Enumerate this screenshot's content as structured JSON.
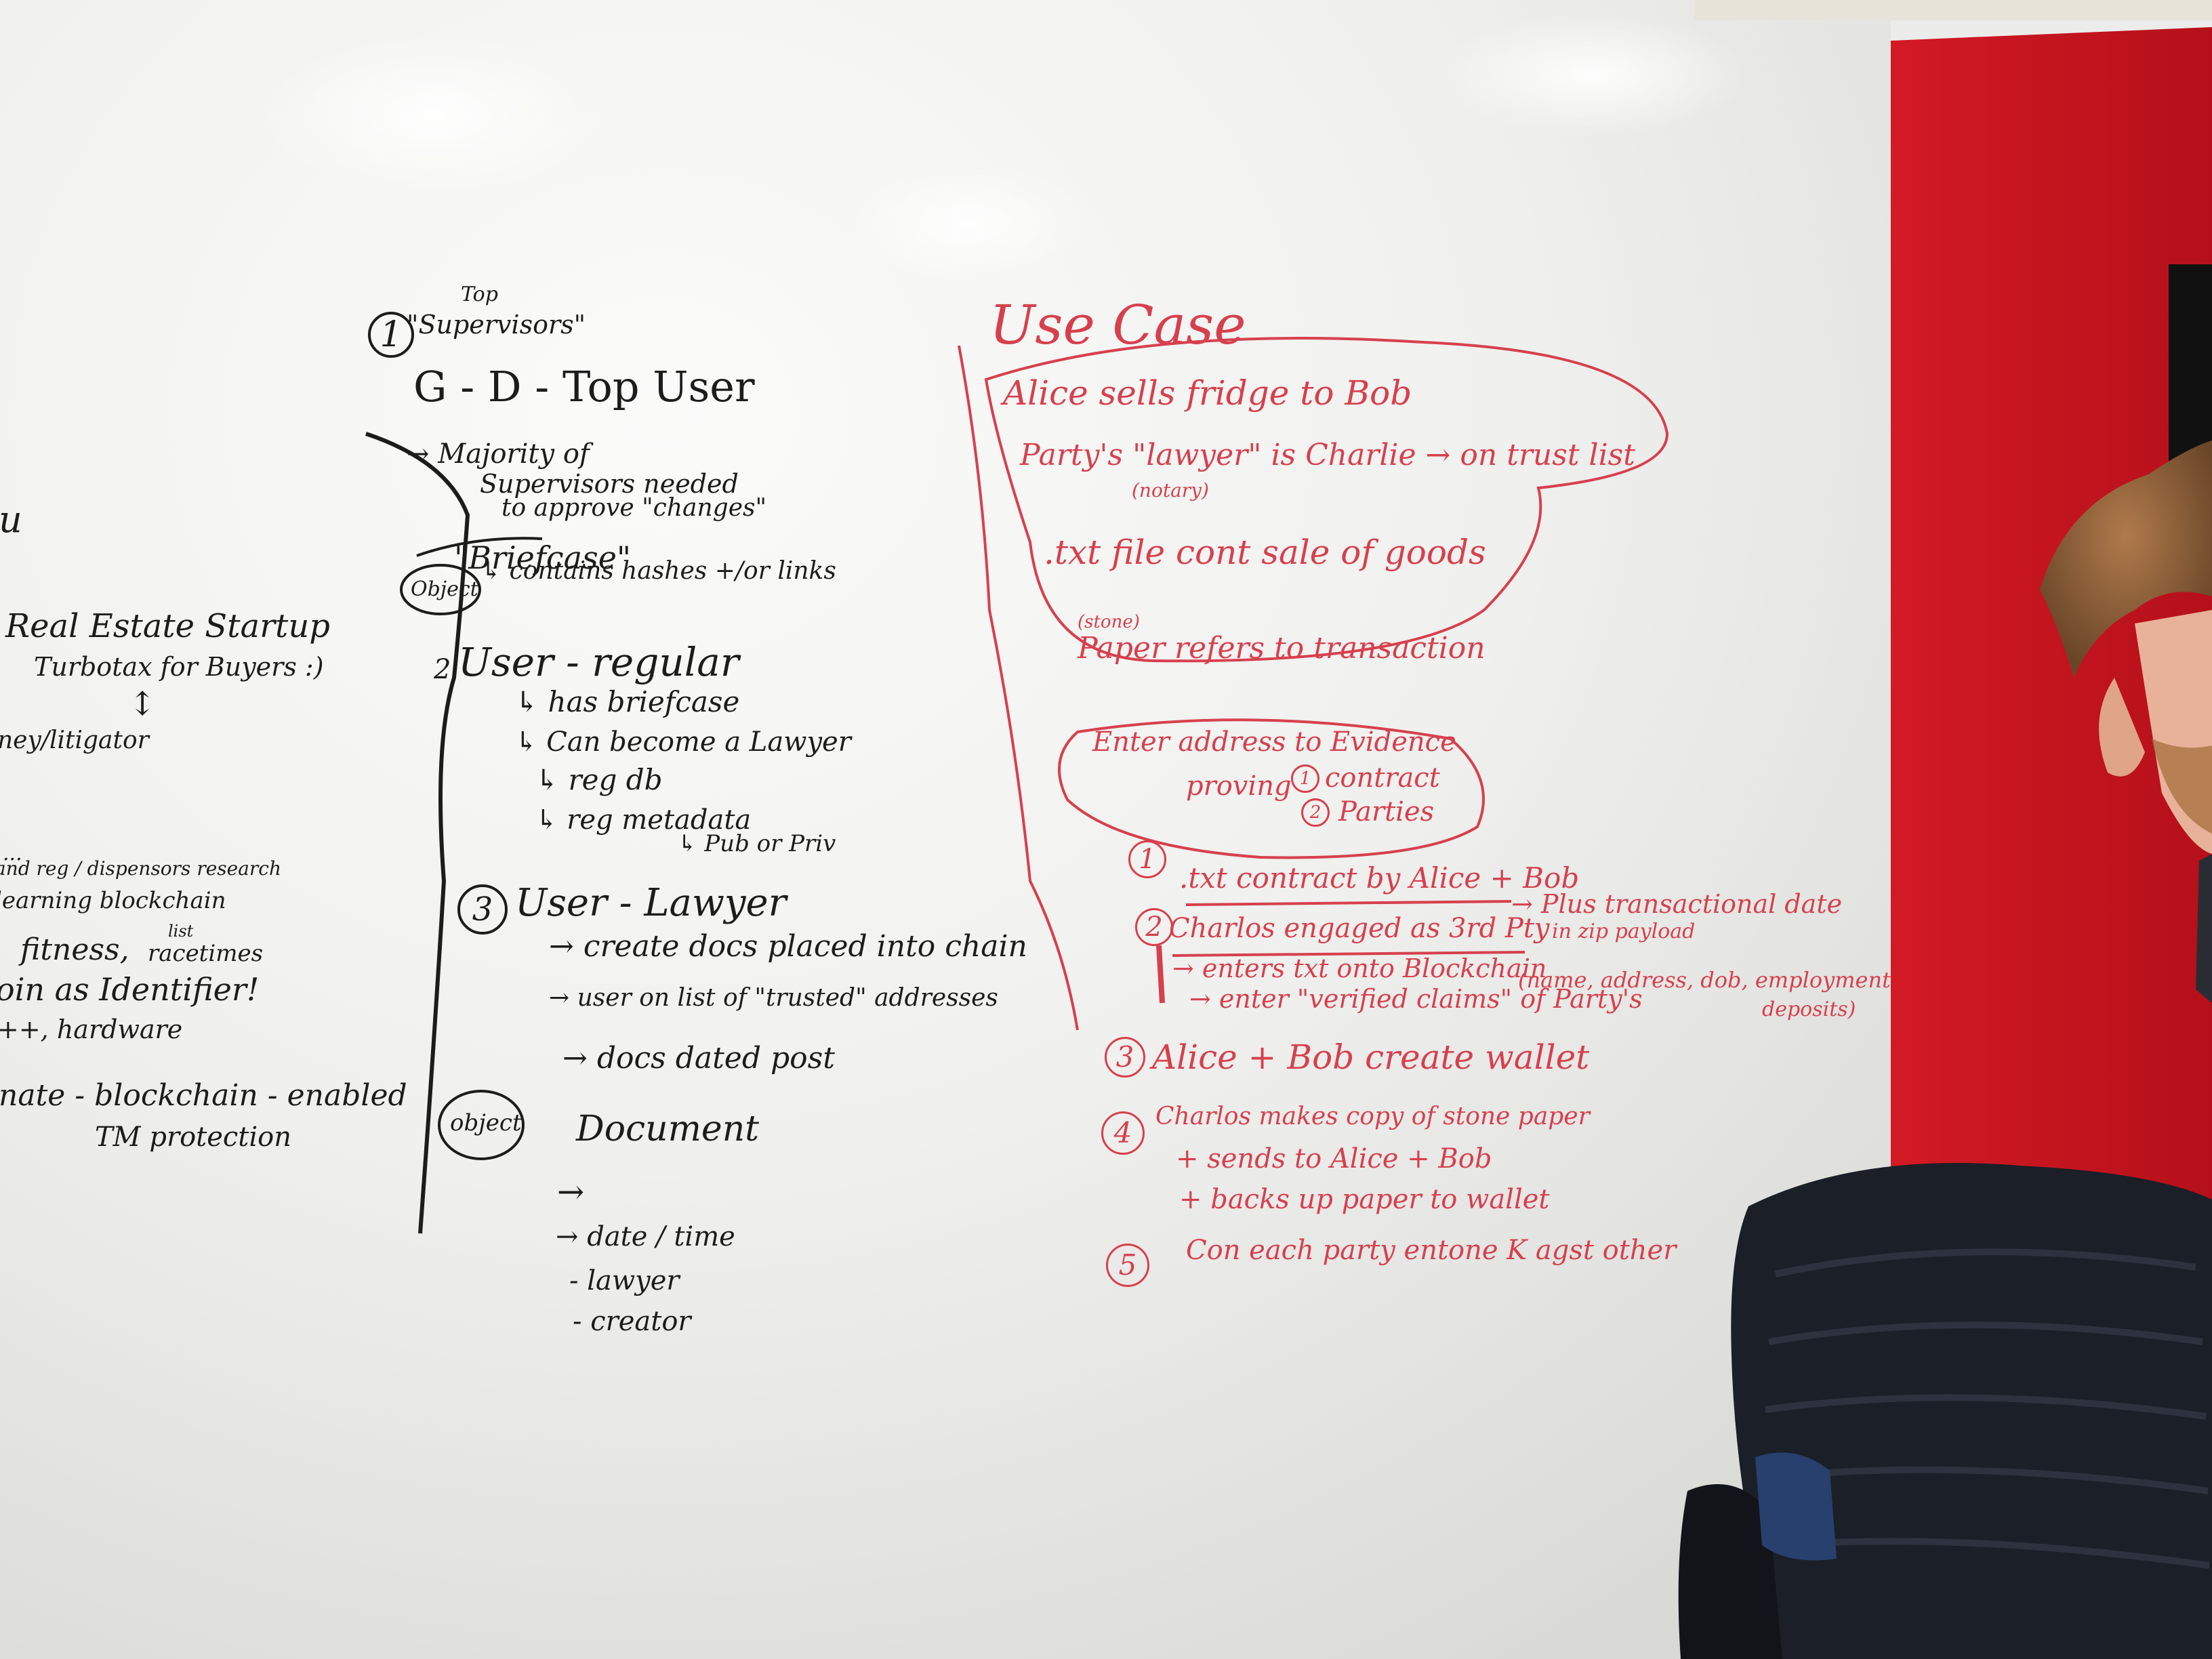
{
  "left_column": {
    "u_fragment": "u",
    "real_estate_startup": "Real Estate Startup",
    "turbotax": "Turbotax for Buyers :)",
    "updown_arrow": "↕",
    "ney_litigator": "ney/litigator",
    "dots": "...",
    "reg_dispensors": "and reg / dispensors research",
    "learning_blockchain": "learning blockchain",
    "fitness": "fitness,",
    "list": "list",
    "racetimes": "racetimes",
    "coin_identifier": "oin as Identifier!",
    "hardware": "++, hardware",
    "nate_blockchain": "nate - blockchain - enabled",
    "tm_protection": "TM protection"
  },
  "middle_column": {
    "top_label": "Top",
    "supervisors": "\"Supervisors\"",
    "circle_1": "1",
    "gd_top_user": "G - D - Top User",
    "majority_line1": "→ Majority of",
    "majority_line2": "Supervisors needed",
    "majority_line3": "to approve \"changes\"",
    "briefcase": "\"Briefcase\"",
    "object_label_1": "Object",
    "contains_hashes": "↳ contains hashes +/or links",
    "circle_2": "2",
    "user_regular": "User - regular",
    "has_briefcase": "↳ has briefcase",
    "can_become_lawyer": "↳ Can become a Lawyer",
    "reg_db": "↳ reg db",
    "reg_metadata": "↳ reg metadata",
    "pub_or_priv": "↳ Pub or Priv",
    "circle_3": "3",
    "user_lawyer": "User - Lawyer",
    "create_docs": "→ create docs placed into chain",
    "user_on_list": "→ user on list of \"trusted\" addresses",
    "docs_dated_post": "→ docs dated post",
    "object_label_2": "object",
    "document": "Document",
    "arrow_only": "→",
    "date_time": "→ date / time",
    "lawyer": "- lawyer",
    "creator": "- creator"
  },
  "right_column": {
    "use_case": "Use Case",
    "alice_sells": "Alice sells fridge to Bob",
    "partys_lawyer": "Party's \"lawyer\" is Charlie → on trust list",
    "notary": "(notary)",
    "txt_file": ".txt file cont sale of goods",
    "stone": "(stone)",
    "paper_refers": "Paper refers to transaction",
    "enter_address": "Enter address to Evidence",
    "proving": "proving",
    "circle_p1": "1",
    "contract": "contract",
    "circle_p2": "2",
    "parties": "Parties",
    "step_1_num": "1",
    "step_1": ".txt contract by Alice + Bob",
    "step_2_num": "2",
    "step_2": "Charlos engaged as 3rd Pty",
    "plus_transactional": "→ Plus transactional date",
    "in_zip": "in zip payload",
    "enters_txt": "→ enters txt onto Blockchain",
    "enter_verified": "→ enter \"verified claims\" of Party's",
    "name_address": "(name, address, dob, employment",
    "deposits": "deposits)",
    "step_3_num": "3",
    "step_3": "Alice + Bob create wallet",
    "step_4_num": "4",
    "step_4": "Charlos makes copy of stone paper",
    "sends": "+ sends to Alice + Bob",
    "backs_up": "+ backs up paper to wallet",
    "step_5_num": "5",
    "step_5": "Con each party entone K agst other"
  },
  "colors": {
    "whiteboard": "#eeeeec",
    "black_marker": "#1c1c1c",
    "red_marker": "#d6404e",
    "red_wall": "#c8141e",
    "jacket": "#1b1f28"
  }
}
